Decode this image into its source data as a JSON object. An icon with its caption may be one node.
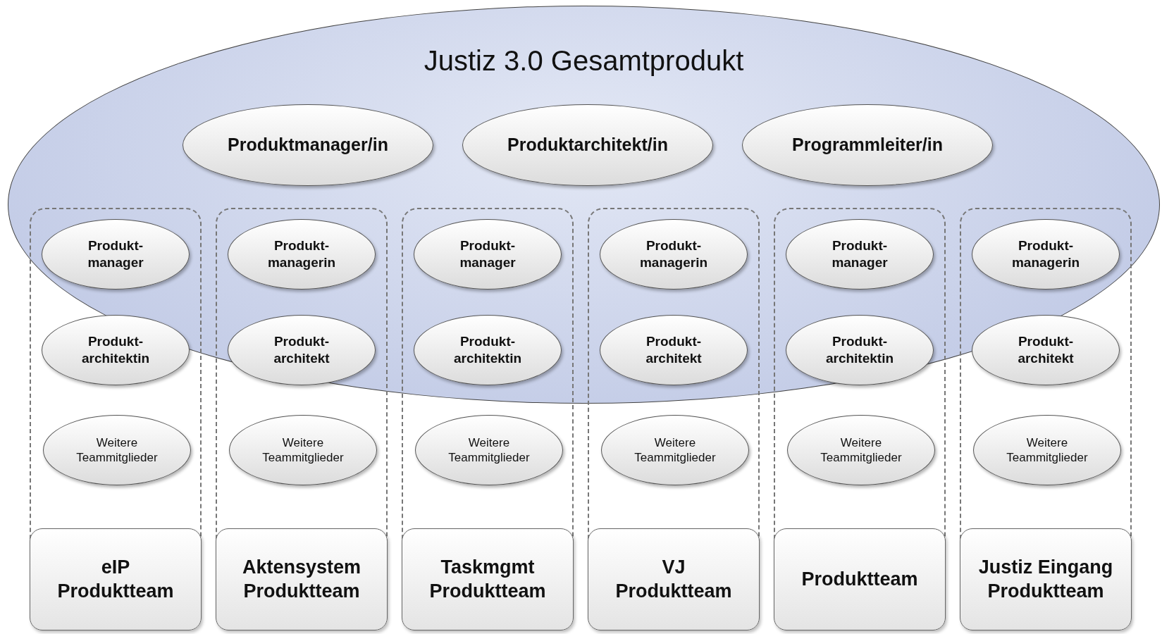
{
  "diagram": {
    "nodes": [
      {
        "text": [
          "Justiz 3.0 Gesamtprodukt"
        ]
      },
      {
        "text": [
          "Produktmanager/in"
        ],
        "in": 0
      },
      {
        "text": [
          "Produktarchitekt/in"
        ],
        "in": 0
      },
      {
        "text": [
          "Programmleiter/in"
        ],
        "in": 0
      },
      {
        "text": [],
        "shape": "box"
      },
      {
        "text": [
          "Produkt- manager"
        ]
      },
      {
        "text": [
          "Produkt- architektin"
        ]
      },
      {
        "text": [
          "Weitere Teammitglieder"
        ],
        "in": 4
      },
      {
        "text": [
          "eIP Produktteam"
        ],
        "in": 4
      },
      {
        "text": [],
        "shape": "box"
      },
      {
        "text": [
          "Produkt- managerin"
        ]
      },
      {
        "text": [
          "Produkt- architekt"
        ]
      },
      {
        "text": [
          "Weitere Teammitglieder"
        ],
        "in": 9
      },
      {
        "text": [
          "Aktensystem Produktteam"
        ],
        "in": 9
      },
      {
        "text": [],
        "shape": "box"
      },
      {
        "text": [
          "Produkt- manager"
        ]
      },
      {
        "text": [
          "Produkt- architektin"
        ]
      },
      {
        "text": [
          "Weitere Teammitglieder"
        ],
        "in": 14
      },
      {
        "text": [
          "Taskmgmt Produktteam"
        ],
        "in": 14
      },
      {
        "text": [],
        "shape": "box"
      },
      {
        "text": [
          "Produkt- managerin"
        ]
      },
      {
        "text": [
          "Produkt- architekt"
        ]
      },
      {
        "text": [
          "Weitere Teammitglieder"
        ],
        "in": 19
      },
      {
        "text": [
          "VJ Produktteam"
        ],
        "in": 19
      },
      {
        "text": [],
        "shape": "box"
      },
      {
        "text": [
          "Produkt- manager"
        ]
      },
      {
        "text": [
          "Produkt- architektin"
        ]
      },
      {
        "text": [
          "Weitere Teammitglieder"
        ],
        "in": 24
      },
      {
        "text": [
          "Produktteam"
        ],
        "in": 24
      },
      {
        "text": [],
        "shape": "box"
      },
      {
        "text": [
          "Produkt- managerin"
        ]
      },
      {
        "text": [
          "Produkt- architekt"
        ]
      },
      {
        "text": [
          "Weitere Teammitglieder"
        ],
        "in": 29
      },
      {
        "text": [
          "Justiz Eingang Produktteam"
        ],
        "in": 29
      }
    ],
    "edges": []
  }
}
